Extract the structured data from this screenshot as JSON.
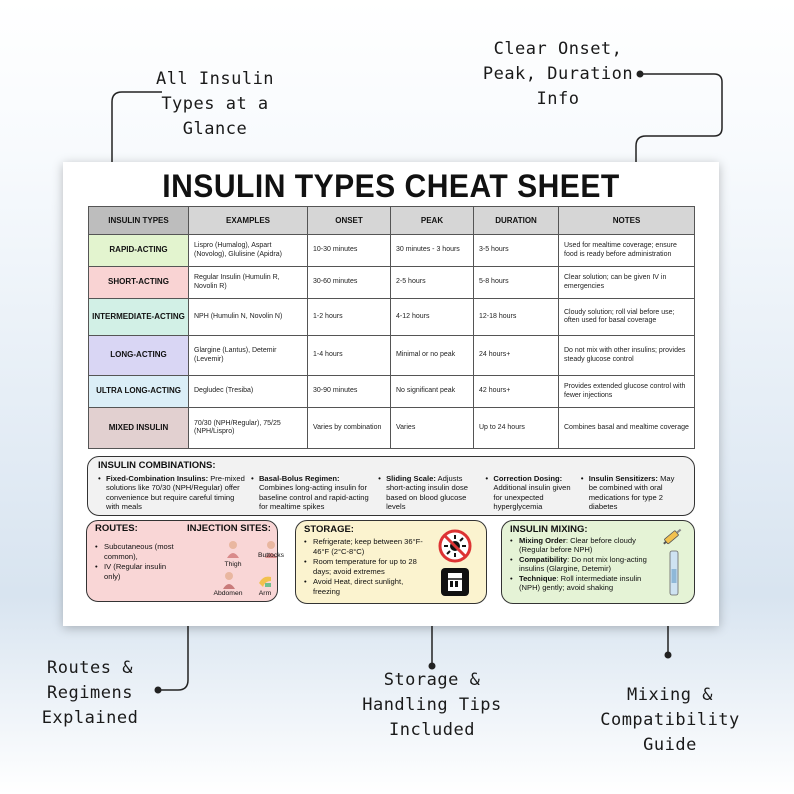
{
  "callouts": {
    "types": [
      "All Insulin",
      "Types at a",
      "Glance"
    ],
    "onset": [
      "Clear Onset,",
      "Peak, Duration",
      "Info"
    ],
    "routes": [
      "Routes &",
      "Regimens",
      "Explained"
    ],
    "storage": [
      "Storage &",
      "Handling Tips",
      "Included"
    ],
    "mixing": [
      "Mixing &",
      "Compatibility",
      "Guide"
    ]
  },
  "title": "INSULIN TYPES CHEAT SHEET",
  "table": {
    "headers": [
      "INSULIN TYPES",
      "EXAMPLES",
      "ONSET",
      "PEAK",
      "DURATION",
      "NOTES"
    ],
    "rows": [
      {
        "type": "RAPID-ACTING",
        "color": "#e3f4cf",
        "examples": "Lispro (Humalog), Aspart (Novolog), Glulisine (Apidra)",
        "onset": "10-30 minutes",
        "peak": "30 minutes - 3 hours",
        "duration": "3-5 hours",
        "notes": "Used for mealtime coverage; ensure food is ready before administration"
      },
      {
        "type": "SHORT-ACTING",
        "color": "#f9d3d3",
        "examples": "Regular Insulin (Humulin R, Novolin R)",
        "onset": "30-60 minutes",
        "peak": "2-5 hours",
        "duration": "5-8 hours",
        "notes": "Clear solution; can be given IV in emergencies"
      },
      {
        "type": "INTERMEDIATE-ACTING",
        "color": "#d2f0e6",
        "examples": "NPH (Humulin N, Novolin N)",
        "onset": "1-2 hours",
        "peak": "4-12 hours",
        "duration": "12-18 hours",
        "notes": "Cloudy solution; roll vial before use; often used for basal coverage"
      },
      {
        "type": "LONG-ACTING",
        "color": "#d9d6f4",
        "examples": "Glargine (Lantus), Detemir (Levemir)",
        "onset": "1-4 hours",
        "peak": "Minimal or no peak",
        "duration": "24 hours+",
        "notes": "Do not mix with other insulins; provides steady glucose control"
      },
      {
        "type": "ULTRA LONG-ACTING",
        "color": "#dbeef7",
        "examples": "Degludec (Tresiba)",
        "onset": "30-90 minutes",
        "peak": "No significant peak",
        "duration": "42 hours+",
        "notes": "Provides extended glucose control with fewer injections"
      },
      {
        "type": "MIXED INSULIN",
        "color": "#e2d0d0",
        "examples": "70/30 (NPH/Regular), 75/25 (NPH/Lispro)",
        "onset": "Varies by combination",
        "peak": "Varies",
        "duration": "Up to 24 hours",
        "notes": "Combines basal and mealtime coverage"
      }
    ]
  },
  "combinations": {
    "heading": "INSULIN COMBINATIONS:",
    "items": [
      {
        "label": "Fixed-Combination Insulins:",
        "text": " Pre-mixed solutions like 70/30 (NPH/Regular) offer convenience but require careful timing with meals"
      },
      {
        "label": "Basal-Bolus Regimen:",
        "text": " Combines long-acting insulin for baseline control and rapid-acting for mealtime spikes"
      },
      {
        "label": "Sliding Scale:",
        "text": " Adjusts short-acting insulin dose based on blood glucose levels"
      },
      {
        "label": "Correction Dosing:",
        "text": " Additional insulin given for unexpected hyperglycemia"
      },
      {
        "label": "Insulin Sensitizers:",
        "text": " May be combined with oral medications for type 2 diabetes"
      }
    ]
  },
  "routes": {
    "heading": "ROUTES:",
    "items": [
      "Subcutaneous (most common),",
      "IV (Regular insulin only)"
    ],
    "sites_heading": "INJECTION SITES:",
    "sites": [
      "Thigh",
      "Buttocks",
      "Abdomen",
      "Arm"
    ]
  },
  "storage": {
    "heading": "STORAGE:",
    "items": [
      "Refrigerate; keep between 36°F-46°F (2°C-8°C)",
      "Room temperature for up to 28 days; avoid extremes",
      "Avoid Heat, direct sunlight, freezing"
    ]
  },
  "mixing": {
    "heading": "INSULIN MIXING:",
    "items": [
      {
        "label": "Mixing Order",
        "text": ": Clear before cloudy (Regular before NPH)"
      },
      {
        "label": "Compatibility",
        "text": ": Do not mix long-acting insulins (Glargine, Detemir)"
      },
      {
        "label": "Technique",
        "text": ": Roll intermediate insulin (NPH) gently; avoid shaking"
      }
    ]
  }
}
